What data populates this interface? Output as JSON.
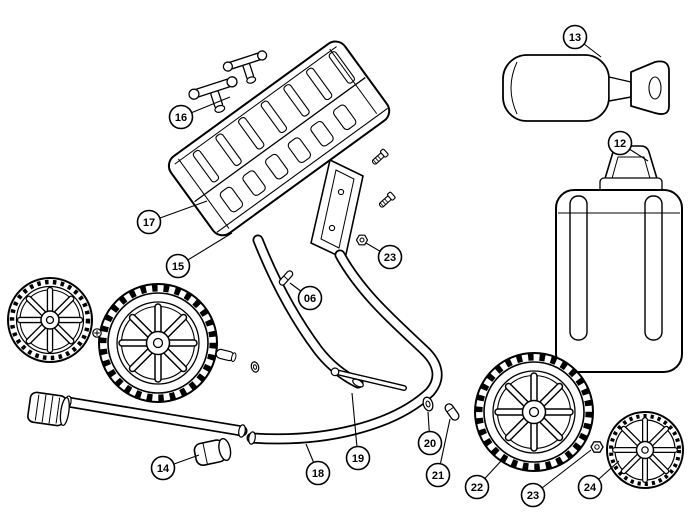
{
  "diagram": {
    "type": "exploded-parts-diagram",
    "background_color": "#ffffff",
    "line_color": "#000000",
    "callouts": [
      {
        "label": "16"
      },
      {
        "label": "13"
      },
      {
        "label": "12"
      },
      {
        "label": "17"
      },
      {
        "label": "15"
      },
      {
        "label": "23"
      },
      {
        "label": "06"
      },
      {
        "label": "14"
      },
      {
        "label": "18"
      },
      {
        "label": "19"
      },
      {
        "label": "20"
      },
      {
        "label": "21"
      },
      {
        "label": "22"
      },
      {
        "label": "23"
      },
      {
        "label": "24"
      }
    ]
  }
}
